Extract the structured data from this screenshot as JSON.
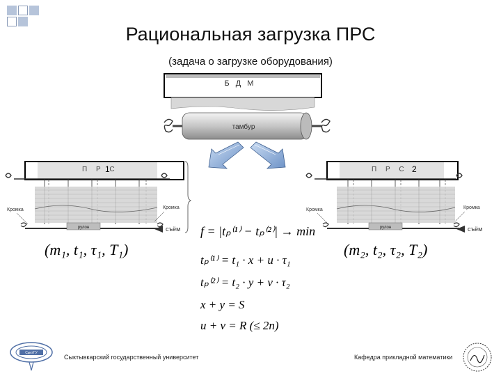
{
  "slide": {
    "title": "Рациональная загрузка ПРС",
    "subtitle": "(задача о загрузке оборудования)"
  },
  "diagram": {
    "bdm_label": "Б Д М",
    "drum_label": "тамбур",
    "prs1_label": "П Р С",
    "prs1_number": "1",
    "prs2_label": "П Р С",
    "prs2_number": "2",
    "edge_label": "Кромка",
    "roll_label": "рулон",
    "removal_label": "съём",
    "params1": "(m₁, t₁, τ₁, T₁)",
    "params2": "(m₂, t₂, τ₂, T₂)"
  },
  "formulas": {
    "objective": "f = |tₚ⁽¹⁾ − tₚ⁽²⁾| → min",
    "eq1": "tₚ⁽¹⁾ = t₁ · x + u · τ₁",
    "eq2": "tₚ⁽²⁾ = t₂ · y + v · τ₂",
    "eq3": "x + y = S",
    "eq4": "u + v = R (≤ 2n)"
  },
  "footer": {
    "left": "Сыктывкарский государственный университет",
    "right": "Кафедра прикладной математики"
  },
  "colors": {
    "corner_accent": "#b6c4da",
    "arrow_fill": "#8faed8",
    "shaded": "#d4d4d4"
  }
}
